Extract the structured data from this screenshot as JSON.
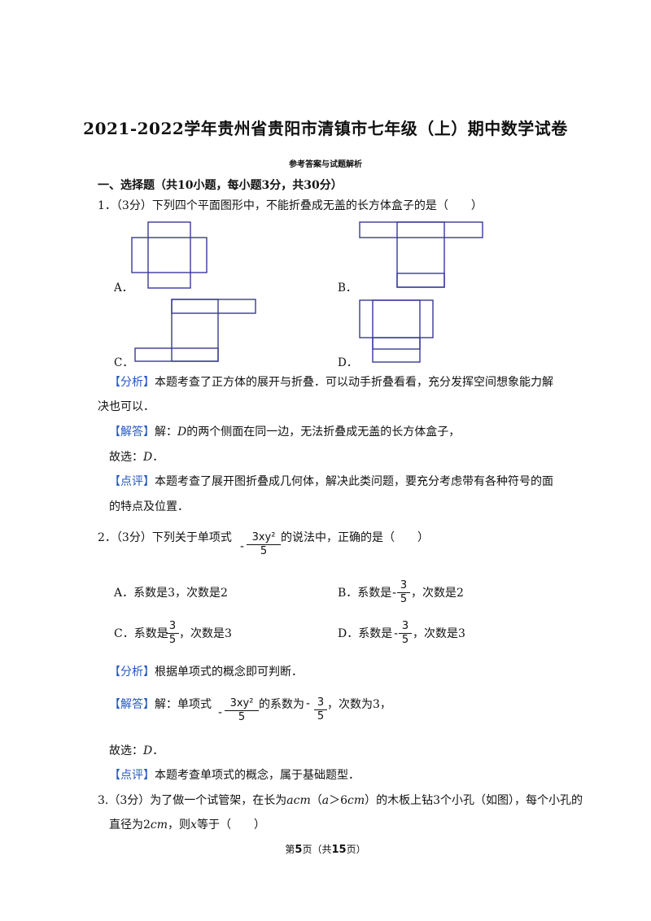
{
  "title": "2021-2022学年贵州省贵阳市清镇市七年级（上）期中数学试卷",
  "subtitle": "参考答案与试题解析",
  "section_heading": "一、选择题（共10小题，每小题3分，共30分）",
  "q1": {
    "stem": "1．（3分）下列四个平面图形中，不能折叠成无盖的长方体盒子的是（　　）",
    "labels": {
      "a": "A．",
      "b": "B．",
      "c": "C．",
      "d": "D．"
    },
    "analysis_tag": "【分析】",
    "analysis_line1": "本题考查了正方体的展开与折叠．可以动手折叠看看，充分发挥空间想象能力解",
    "analysis_line2": "决也可以．",
    "answer_tag": "【解答】",
    "answer_pre": "解：",
    "answer_var": "D",
    "answer_post": "的两个侧面在同一边，无法折叠成无盖的长方体盒子，",
    "choice_pre": "故选：",
    "choice_var": "D",
    "choice_post": "．",
    "comment_tag": "【点评】",
    "comment_line1": "本题考查了展开图折叠成几何体，解决此类问题，要充分考虑带有各种符号的面",
    "comment_line2": "的特点及位置．"
  },
  "q2": {
    "stem_pre": "2．（3分）下列关于单项式",
    "stem_post": "的说法中，正确的是（　　）",
    "expr_num": "3xy²",
    "expr_den": "5",
    "frac_num": "3",
    "frac_den": "5",
    "minus": "-",
    "opt_a": "A．系数是3，次数是2",
    "opt_b_pre": "B．系数是",
    "opt_b_post": "，次数是2",
    "opt_c_pre": "C．系数是",
    "opt_c_post": "，次数是3",
    "opt_d_pre": "D．系数是",
    "opt_d_post": "，次数是3",
    "analysis_tag": "【分析】",
    "analysis": "根据单项式的概念即可判断．",
    "answer_tag": "【解答】",
    "answer_pre": "解：单项式",
    "answer_mid": "的系数为",
    "answer_post": "，次数为3，",
    "choice_pre": "故选：",
    "choice_var": "D",
    "choice_post": "．",
    "comment_tag": "【点评】",
    "comment": "本题考查单项式的概念，属于基础题型．"
  },
  "q3": {
    "l1_pre": "3.（3分）为了做一个试管架，在长为",
    "l1_v1": "acm",
    "l1_p1": "（",
    "l1_v2": "a",
    "l1_p2": "＞6",
    "l1_v3": "cm",
    "l1_post": "）的木板上钻3个小孔（如图），每个小孔的",
    "l2_pre": "直径为2",
    "l2_v1": "cm",
    "l2_mid": "，则",
    "l2_v2": "x",
    "l2_post": "等于（　　）"
  },
  "footer": {
    "pre": "第",
    "page": "5",
    "mid": "页（共",
    "total": "15",
    "post": "页）"
  }
}
